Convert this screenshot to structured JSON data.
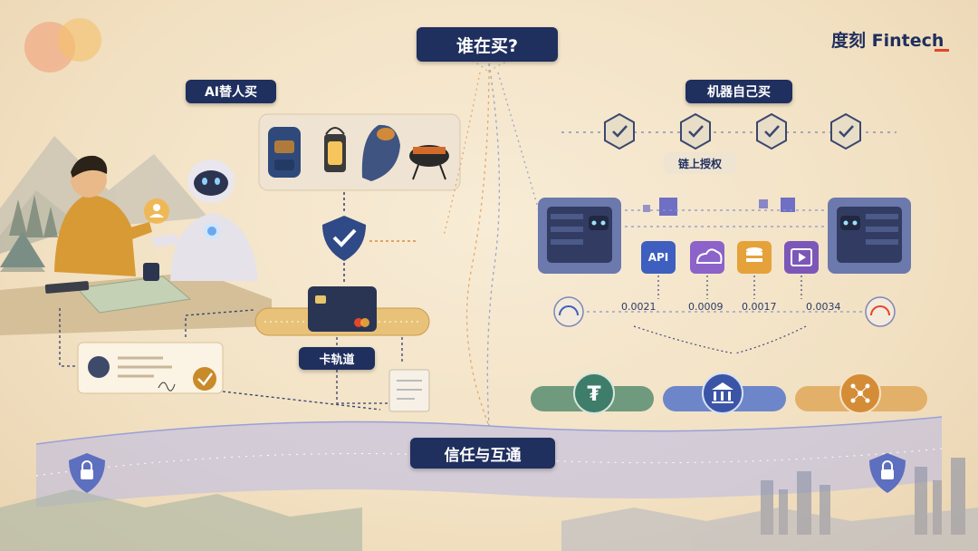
{
  "title": "谁在买?",
  "brand": "度刻 Fintech",
  "left_section": {
    "title": "AI替人买",
    "rail_label": "卡轨道"
  },
  "right_section": {
    "title": "机器自己买",
    "chain_label": "链上授权",
    "api_label": "API",
    "prices": [
      "0.0021",
      "0.0009",
      "0.0017",
      "0.0034"
    ]
  },
  "bottom_label": "信任与互通",
  "colors": {
    "navy": "#1f2f5e",
    "accent_orange": "#e2462b",
    "rail_gold": "#e9c27a",
    "rail_green": "#6f9a7e",
    "rail_blue": "#6d86c9",
    "purple": "#8b63c9"
  }
}
